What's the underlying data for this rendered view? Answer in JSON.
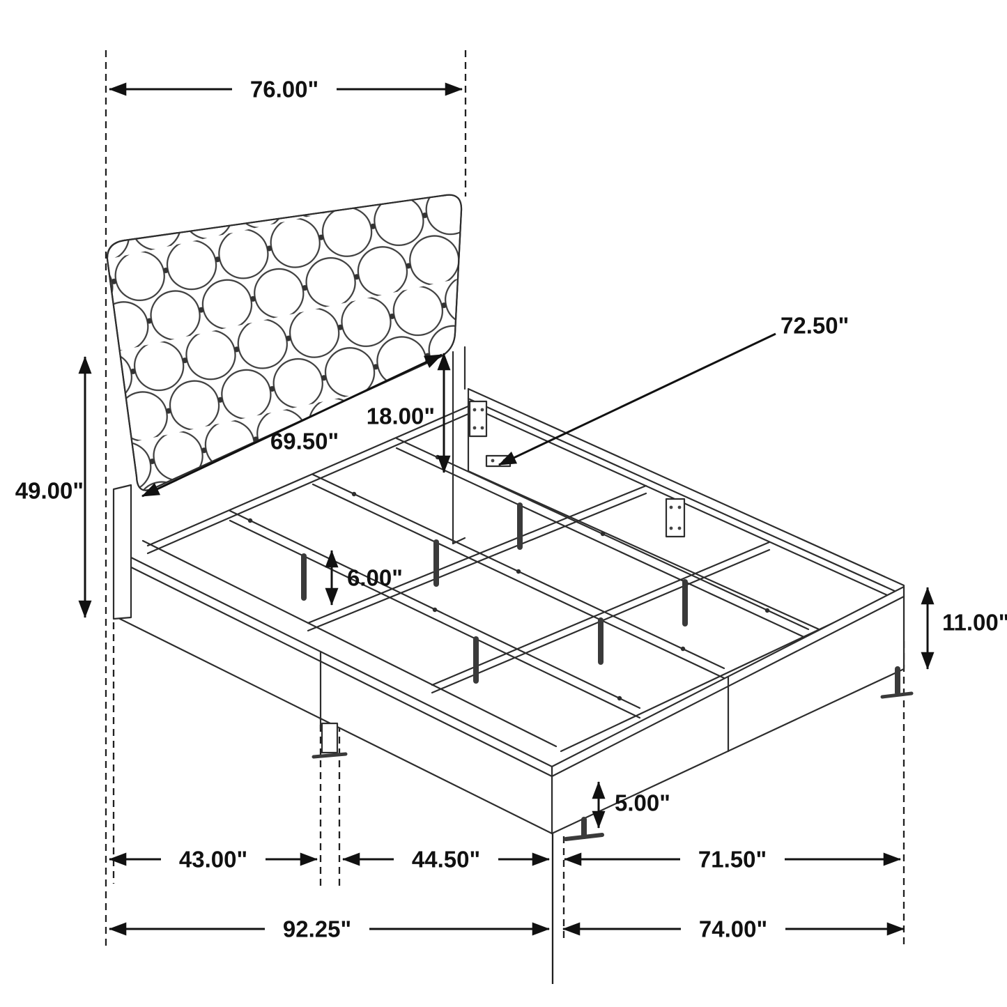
{
  "diagram": {
    "dims": {
      "headboard_width": "76.00\"",
      "side_rail_length": "72.50\"",
      "headboard_panel_height": "18.00\"",
      "headboard_panel_width": "69.50\"",
      "headboard_height": "49.00\"",
      "support_leg_height": "6.00\"",
      "frame_rail_height": "11.00\"",
      "foot_leg_height": "5.00\"",
      "headboard_to_front_leg": "43.00\"",
      "front_leg_to_center_leg": "44.50\"",
      "center_to_footboard": "71.50\"",
      "overall_length": "92.25\"",
      "overall_width": "74.00\""
    }
  }
}
